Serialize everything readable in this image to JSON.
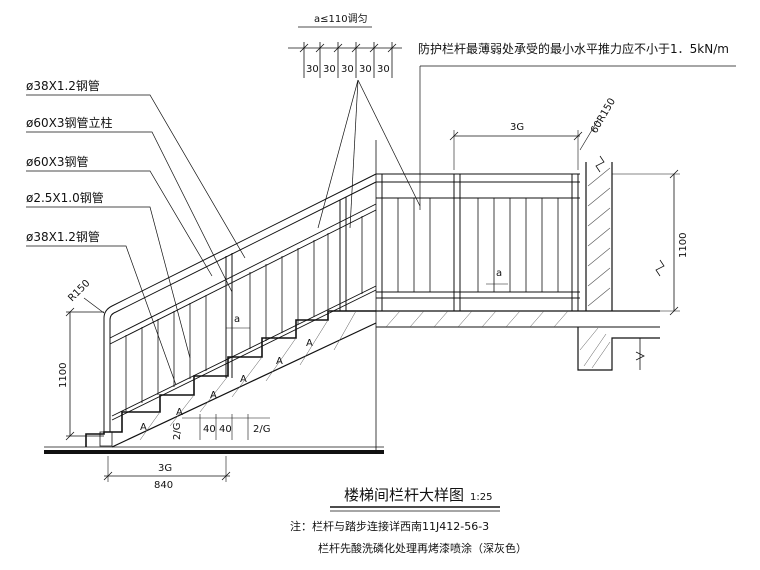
{
  "labels": {
    "pipe_38_top": "ø38X1.2钢管",
    "post_60": "ø60X3钢管立柱",
    "pipe_60": "ø60X3钢管",
    "pipe_25": "ø2.5X1.0钢管",
    "pipe_38_bottom": "ø38X1.2钢管"
  },
  "top_note": {
    "spacing": "a≤110调匀",
    "force": "防护栏杆最薄弱处承受的最小水平推力应不小于1．5kN/m",
    "segments": [
      "30",
      "30",
      "30",
      "30",
      "30"
    ]
  },
  "dims": {
    "r150_left": "R150",
    "h1100_left": "1100",
    "a_mid": "a",
    "step_left": "2/G",
    "step_40a": "40",
    "step_40b": "40",
    "step_right": "2/G",
    "bottom_3g": "3G",
    "bottom_840": "840",
    "top_3g": "3G",
    "top_60r150": "60R150",
    "h1100_right": "1100",
    "a_right": "a"
  },
  "title": {
    "main": "楼梯间栏杆大样图",
    "scale": "1:25"
  },
  "notes": {
    "line1": "注：栏杆与踏步连接详西南11J412-56-3",
    "line2": "栏杆先酸洗磷化处理再烤漆喷涂（深灰色）"
  }
}
